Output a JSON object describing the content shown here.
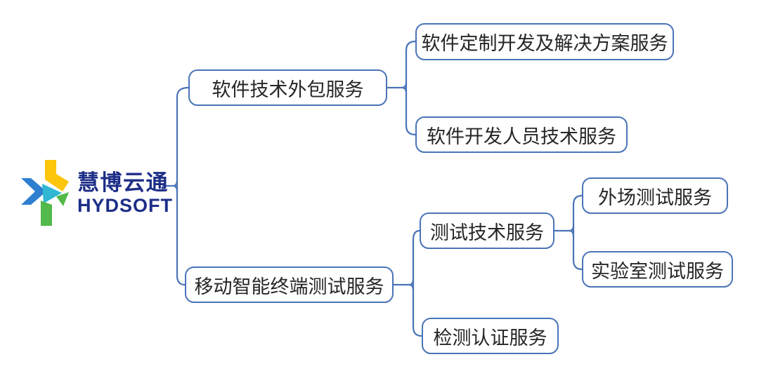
{
  "brand": {
    "logo_cn": "慧博云通",
    "logo_en": "HYDSOFT",
    "navy": "#1d2e87",
    "icon_colors": {
      "blue": "#2e7fd0",
      "yellow": "#fdc50b",
      "green": "#52b94a",
      "teal": "#2fb7d4"
    }
  },
  "diagram": {
    "accent": "#4a74b8",
    "nodes": [
      {
        "id": "software-outsourcing",
        "label": "软件技术外包服务"
      },
      {
        "id": "custom-dev-solutions",
        "label": "软件定制开发及解决方案服务"
      },
      {
        "id": "dev-staff-services",
        "label": "软件开发人员技术服务"
      },
      {
        "id": "mobile-terminal-testing",
        "label": "移动智能终端测试服务"
      },
      {
        "id": "testing-tech-services",
        "label": "测试技术服务"
      },
      {
        "id": "field-testing",
        "label": "外场测试服务"
      },
      {
        "id": "lab-testing",
        "label": "实验室测试服务"
      },
      {
        "id": "inspection-certification",
        "label": "检测认证服务"
      }
    ]
  }
}
